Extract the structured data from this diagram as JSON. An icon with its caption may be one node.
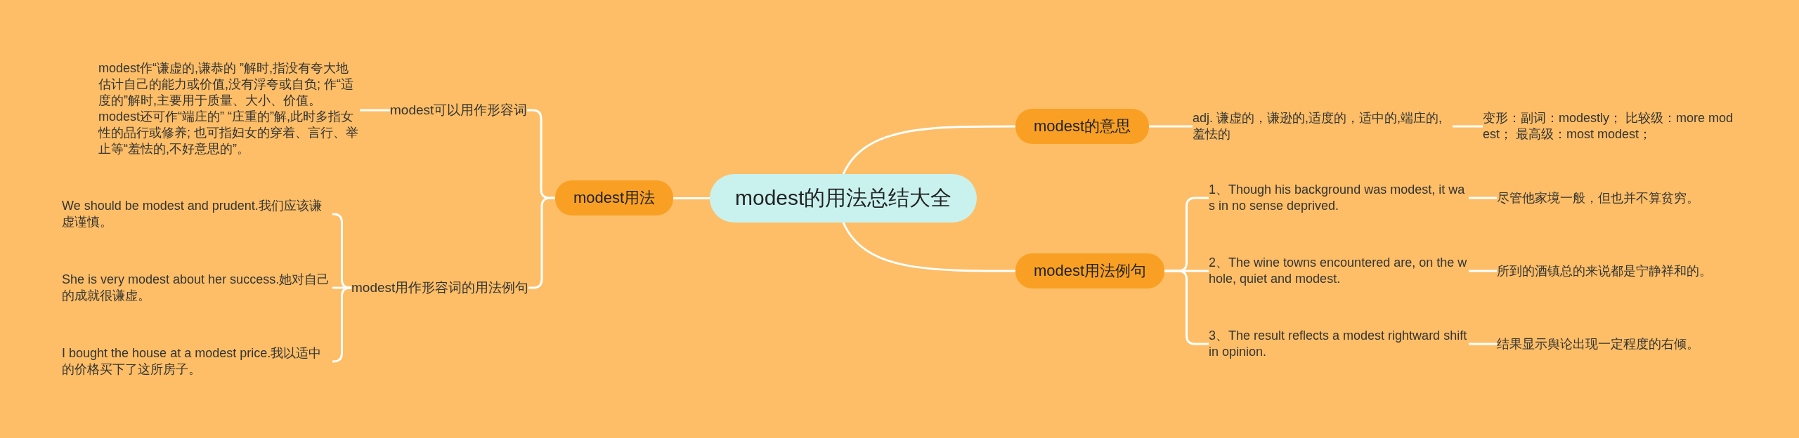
{
  "diagram": {
    "nodes": [
      {
        "text": [
          "modest的用法总结大全"
        ]
      },
      {
        "text": [
          "modest用法"
        ]
      },
      {
        "text": [
          "modest可以用作形容词"
        ]
      },
      {
        "text": [
          "modest作“谦虚的,谦恭的 ”解时,指没有夸大地估计自己的能力或价值,没有浮夸或自负; 作“适度的”解时,主要用于质量、大小、价值。modest还可作“端庄的” “庄重的”解,此时多指女性的品行或修养; 也可指妇女的穿着、言行、举止等“羞怯的,不好意思的”。"
        ]
      },
      {
        "text": [
          "modest用作形容词的用法例句"
        ]
      },
      {
        "text": [
          "We should be modest and prudent.我们应该谦虚谨慎。"
        ]
      },
      {
        "text": [
          "She is very modest about her success.她对自己的成就很谦虚。"
        ]
      },
      {
        "text": [
          "I bought the house at a modest price.我以适中的价格买下了这所房子。"
        ]
      },
      {
        "text": [
          "modest的意思"
        ]
      },
      {
        "text": [
          "adj. 谦虚的，谦逊的,适度的，适中的,端庄的,羞怯的"
        ]
      },
      {
        "text": [
          "变形：副词：modestly； 比较级：more modest； 最高级：most modest；"
        ]
      },
      {
        "text": [
          "modest用法例句"
        ]
      },
      {
        "text": [
          "1、Though his background was modest, it was in no sense deprived."
        ]
      },
      {
        "text": [
          "2、The wine towns encountered are, on the whole, quiet and modest."
        ]
      },
      {
        "text": [
          "3、The result reflects a modest rightward shift in opinion."
        ]
      },
      {
        "text": [
          "尽管他家境一般，但也并不算贫穷。"
        ]
      },
      {
        "text": [
          "所到的酒镇总的来说都是宁静祥和的。"
        ]
      },
      {
        "text": [
          "结果显示舆论出现一定程度的右倾。"
        ]
      }
    ],
    "edges": [
      {
        "from": 0,
        "to": 1,
        "arrow": "none"
      },
      {
        "from": 1,
        "to": 2,
        "arrow": "none"
      },
      {
        "from": 2,
        "to": 3,
        "arrow": "none"
      },
      {
        "from": 1,
        "to": 4,
        "arrow": "none"
      },
      {
        "from": 4,
        "to": 5,
        "arrow": "none"
      },
      {
        "from": 4,
        "to": 6,
        "arrow": "none"
      },
      {
        "from": 4,
        "to": 7,
        "arrow": "none"
      },
      {
        "from": 0,
        "to": 8,
        "arrow": "none"
      },
      {
        "from": 8,
        "to": 9,
        "arrow": "none"
      },
      {
        "from": 9,
        "to": 10,
        "arrow": "none"
      },
      {
        "from": 0,
        "to": 11,
        "arrow": "none"
      },
      {
        "from": 11,
        "to": 12,
        "arrow": "none"
      },
      {
        "from": 11,
        "to": 13,
        "arrow": "none"
      },
      {
        "from": 11,
        "to": 14,
        "arrow": "none"
      },
      {
        "from": 12,
        "to": 15,
        "arrow": "none"
      },
      {
        "from": 13,
        "to": 16,
        "arrow": "none"
      },
      {
        "from": 14,
        "to": 17,
        "arrow": "none"
      }
    ]
  }
}
